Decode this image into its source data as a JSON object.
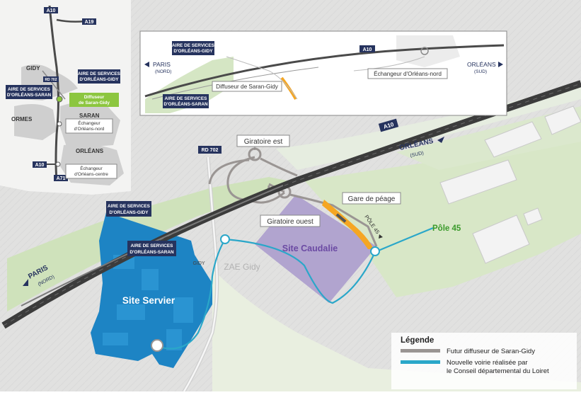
{
  "colors": {
    "background": "#e4e4e2",
    "green_field": "#cfe2bb",
    "green_light": "#dce9cc",
    "highway": "#3c3c3c",
    "new_road": "#2aa7c9",
    "future_interchange": "#9a9593",
    "site_servier": "#1d84c4",
    "site_caudalie": "#b1a4cf",
    "navy_label": "#26335e",
    "green_label": "#8cc63f",
    "toll": "#f5a623",
    "pole_text": "#3a9a2a",
    "caudalie_text": "#6b4aa3"
  },
  "inset_map": {
    "road_a10": "A10",
    "road_a19": "A19",
    "road_a71": "A71",
    "road_a10_lower": "A10",
    "road_rd702": "RD 702",
    "town_gidy": "GIDY",
    "town_ormes": "ORMES",
    "town_saran": "SARAN",
    "town_orleans": "ORLÉANS",
    "aire_gidy_line1": "AIRE DE SERVICES",
    "aire_gidy_line2": "D'ORLÉANS-GIDY",
    "aire_saran_line1": "AIRE DE SERVICES",
    "aire_saran_line2": "D'ORLÉANS-SARAN",
    "diffuseur_line1": "Diffuseur",
    "diffuseur_line2": "de Saran-Gidy",
    "ech_nord_line1": "Échangeur",
    "ech_nord_line2": "d'Orléans-nord",
    "ech_centre_line1": "Échangeur",
    "ech_centre_line2": "d'Orléans-centre"
  },
  "overview_map": {
    "aire_gidy_line1": "AIRE DE SERVICES",
    "aire_gidy_line2": "D'ORLÉANS-GIDY",
    "aire_saran_line1": "AIRE DE SERVICES",
    "aire_saran_line2": "D'ORLÉANS-SARAN",
    "road_a10": "A10",
    "paris_line1": "PARIS",
    "paris_line2": "(NORD)",
    "orleans_line1": "ORLÉANS",
    "orleans_line2": "(SUD)",
    "diffuseur_label": "Diffuseur de Saran-Gidy",
    "echangeur_label": "Échangeur d'Orléans-nord"
  },
  "main_map": {
    "road_a10": "A10",
    "road_rd702": "RD 702",
    "orleans_line1": "ORLÉANS",
    "orleans_line2": "(SUD)",
    "paris_line1": "PARIS",
    "paris_line2": "(NORD)",
    "giratoire_est": "Giratoire est",
    "giratoire_ouest": "Giratoire ouest",
    "gare_peage": "Gare de péage",
    "pole45_road": "PÔLE 45",
    "pole45": "Pôle 45",
    "site_caudalie": "Site Caudalie",
    "site_servier": "Site Servier",
    "zae_gidy": "ZAE Gidy",
    "gidy_small": "GIDY",
    "aire_gidy_line1": "AIRE DE SERVICES",
    "aire_gidy_line2": "D'ORLÉANS-GIDY",
    "aire_saran_line1": "AIRE DE SERVICES",
    "aire_saran_line2": "D'ORLÉANS-SARAN"
  },
  "legend": {
    "title": "Légende",
    "item1": "Futur diffuseur de Saran-Gidy",
    "item2_line1": "Nouvelle voirie réalisée par",
    "item2_line2": "le Conseil départemental du Loiret"
  }
}
